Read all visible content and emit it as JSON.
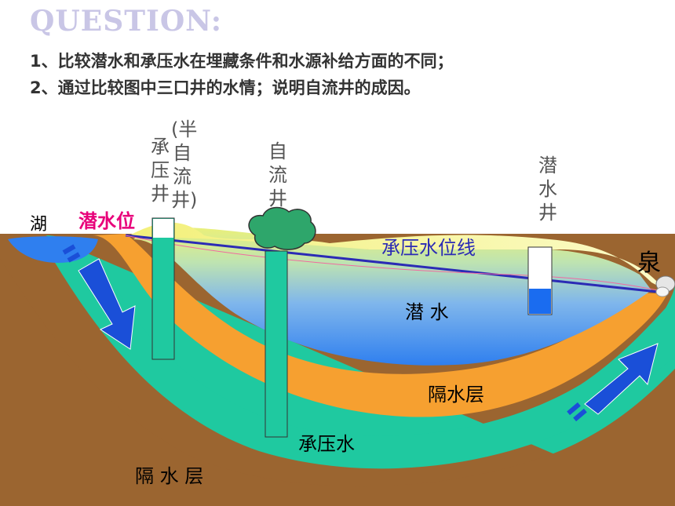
{
  "header": {
    "title": "QUESTION:",
    "q1": "1、比较潜水和承压水在埋藏条件和水源补给方面的不同；",
    "q2": "2、通过比较图中三口井的水情；说明自流井的成因。"
  },
  "labels": {
    "lake": "湖",
    "water_table": "潜水位",
    "pressure_level_line": "承压水位线",
    "spring": "泉",
    "phreatic_water": "潜  水",
    "aquiclude_upper": "隔水层",
    "confined_water": "承压水",
    "aquiclude_lower": "隔 水 层",
    "well_semi_main": "承压井",
    "well_semi_paren": "(半自流井)",
    "well_artesian": "自流井",
    "well_phreatic": "潜水井"
  },
  "colors": {
    "soil": "#9b6530",
    "aquiclude_green": "#1fc9a0",
    "aquiclude_orange": "#f6a030",
    "phreatic_blue": "#3f8cf5",
    "pressure_line": "#2b2bb5",
    "water_table_label": "#e8007a",
    "arrow": "#1a4fd8",
    "title": "#c9c6e6"
  }
}
